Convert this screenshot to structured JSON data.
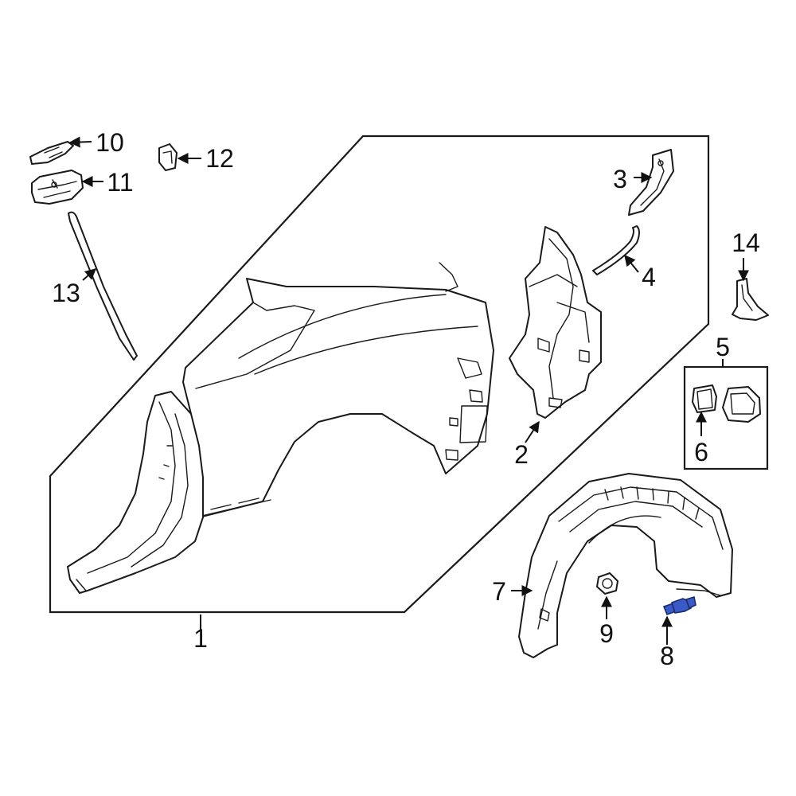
{
  "callouts": {
    "c1": "1",
    "c2": "2",
    "c3": "3",
    "c4": "4",
    "c5": "5",
    "c6": "6",
    "c7": "7",
    "c8": "8",
    "c9": "9",
    "c10": "10",
    "c11": "11",
    "c12": "12",
    "c13": "13",
    "c14": "14"
  },
  "colors": {
    "line": "#1a1a1a",
    "highlight": "#3a5ac8",
    "background": "#ffffff"
  }
}
